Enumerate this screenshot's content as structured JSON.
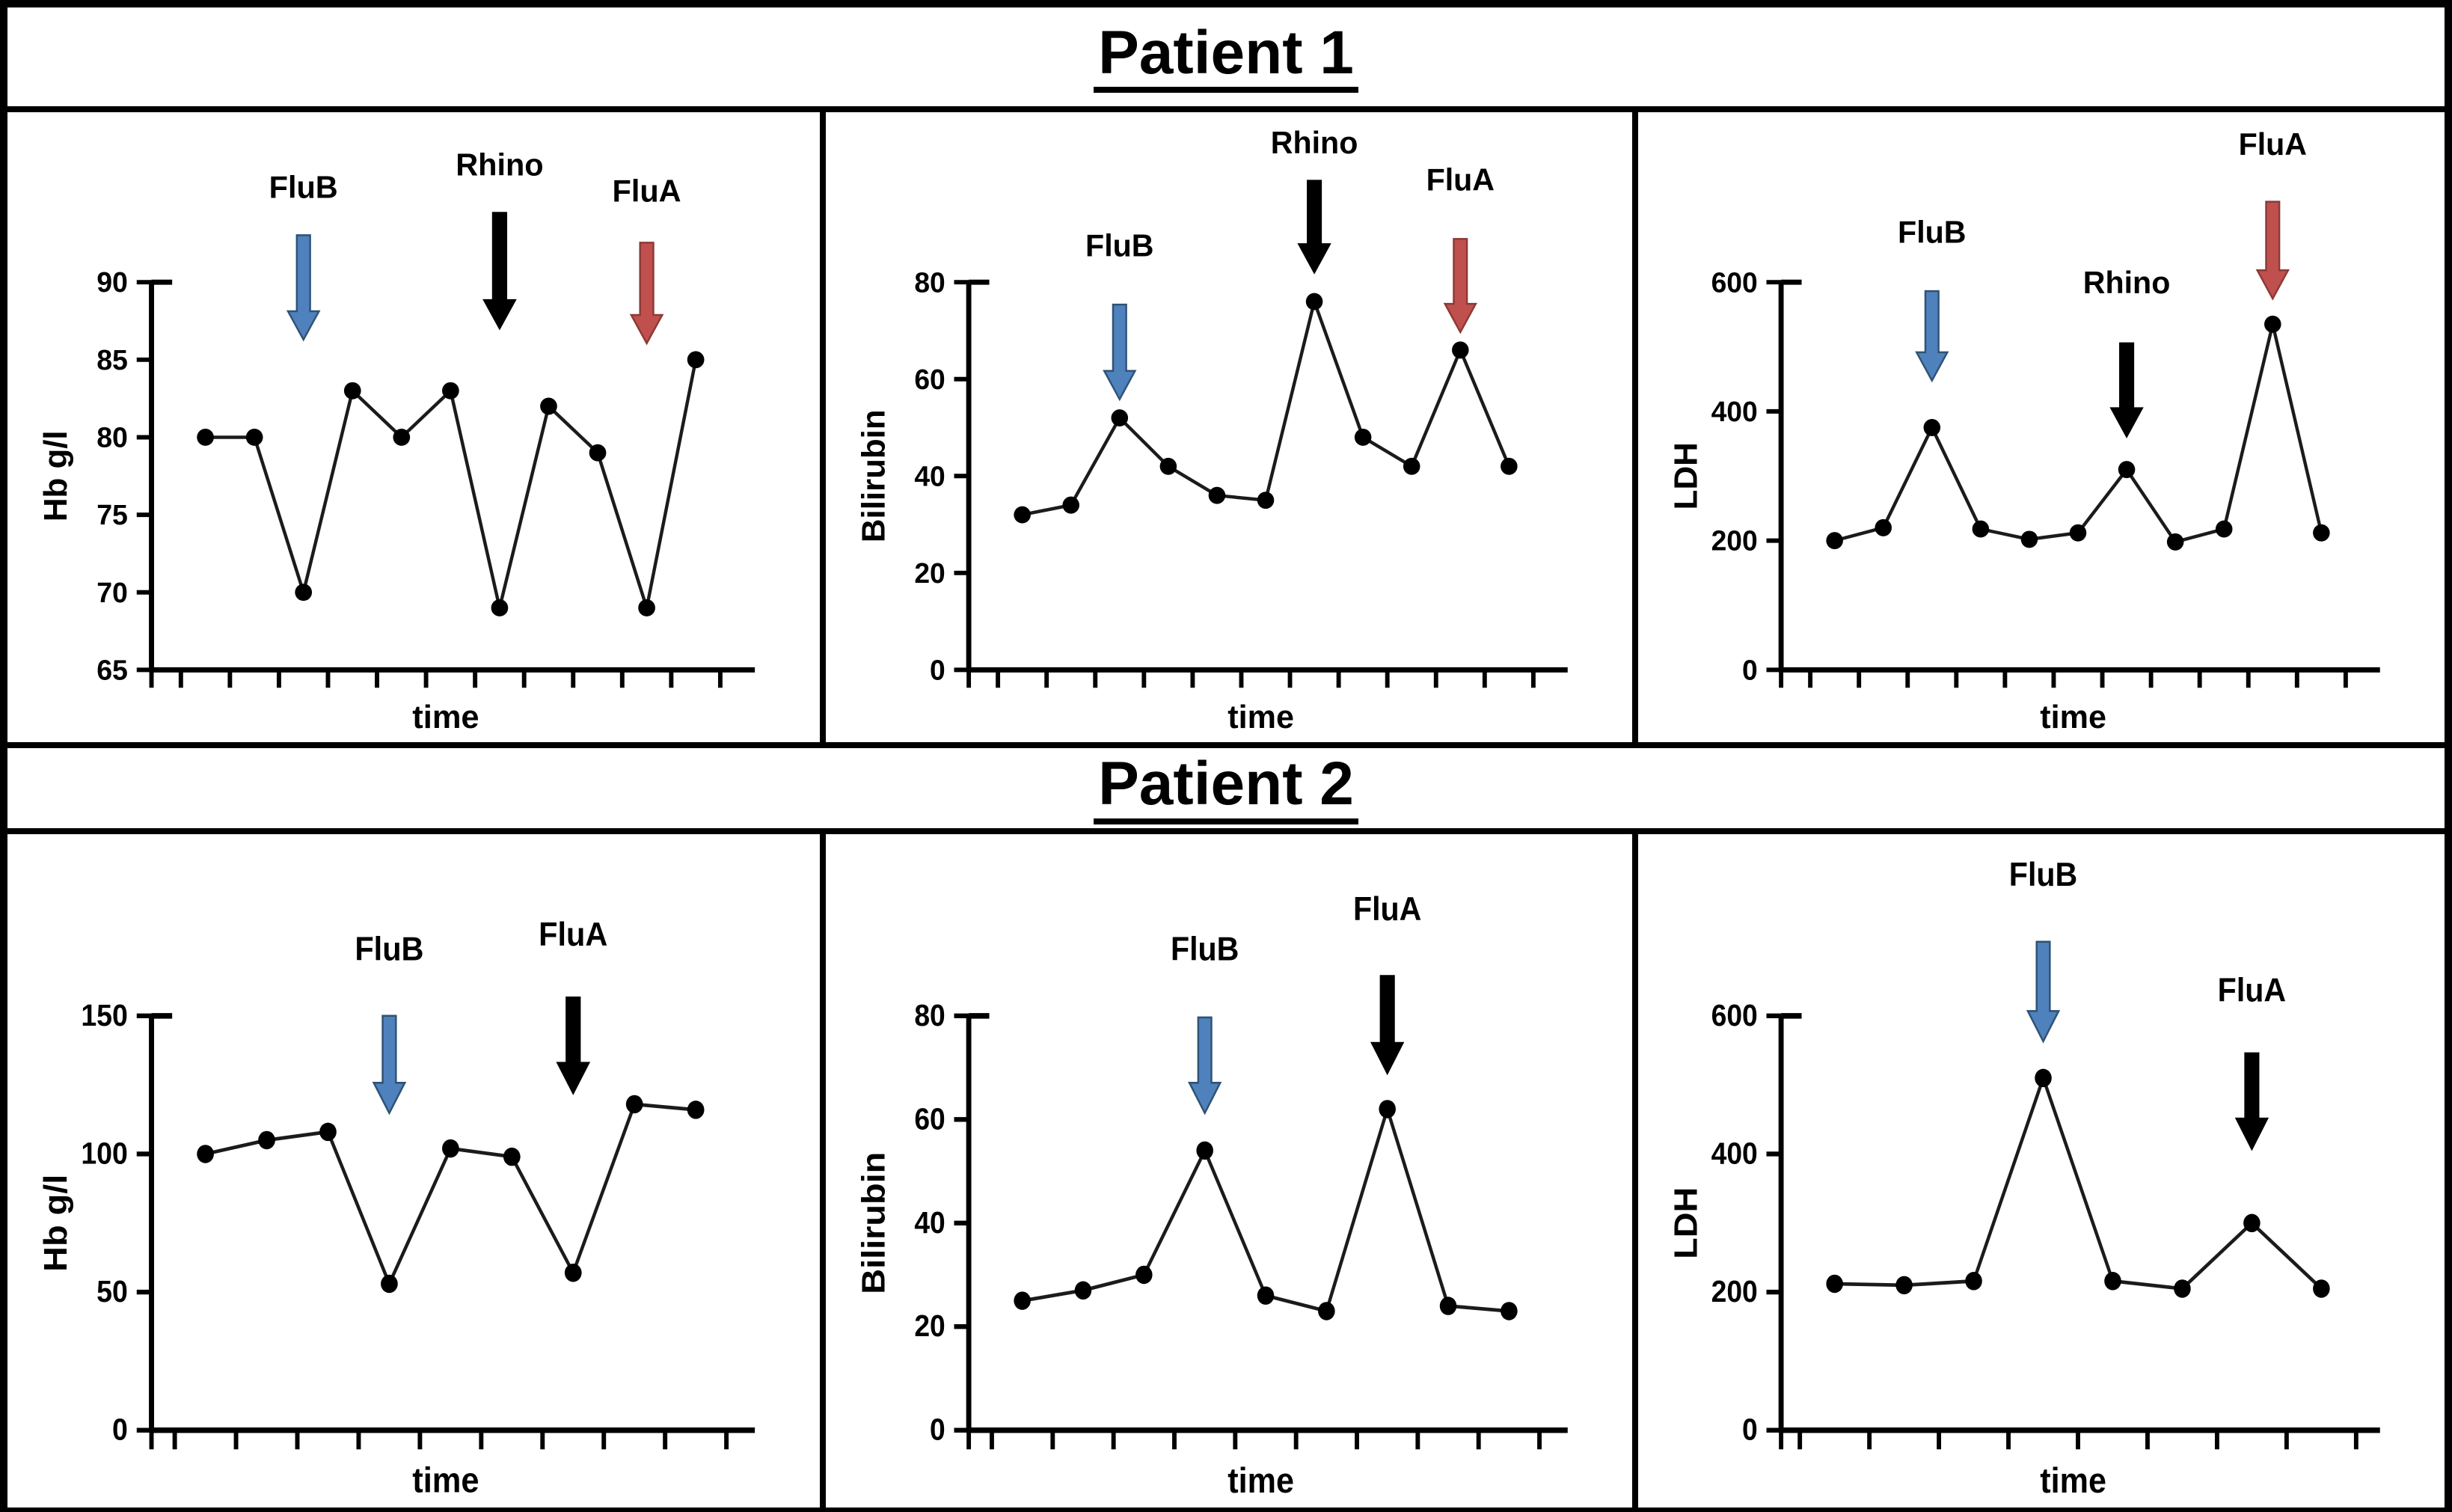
{
  "titles": {
    "patient1": "Patient 1",
    "patient2": "Patient 2"
  },
  "colors": {
    "arrow_blue": "#4F81BD",
    "arrow_red": "#C0504D",
    "arrow_black": "#000000",
    "line": "#1b1b1b",
    "marker": "#000000",
    "axis": "#000000"
  },
  "chart_data": [
    {
      "panel": "patient1-hb",
      "type": "line",
      "title": "",
      "xlabel": "time",
      "ylabel": "Hb g/l",
      "ylim": [
        65,
        90
      ],
      "yticks": [
        65,
        70,
        75,
        80,
        85,
        90
      ],
      "values": [
        80,
        80,
        70,
        83,
        80,
        83,
        69,
        82,
        79,
        69,
        85
      ],
      "legend": false,
      "grid": false,
      "annotations": [
        {
          "label": "FluB",
          "color": "blue",
          "point_index": 2,
          "label_y": 115,
          "arrow_top": 165,
          "arrow_bottom": 305
        },
        {
          "label": "Rhino",
          "color": "black",
          "point_index": 6,
          "label_y": 85,
          "arrow_top": 135,
          "arrow_bottom": 290
        },
        {
          "label": "FluA",
          "color": "red",
          "point_index": 9,
          "label_y": 120,
          "arrow_top": 175,
          "arrow_bottom": 310
        }
      ]
    },
    {
      "panel": "patient1-bilirubin",
      "type": "line",
      "title": "",
      "xlabel": "time",
      "ylabel": "Bilirubin",
      "ylim": [
        0,
        80
      ],
      "yticks": [
        0,
        20,
        40,
        60,
        80
      ],
      "values": [
        32,
        34,
        52,
        42,
        36,
        35,
        76,
        48,
        42,
        66,
        42
      ],
      "legend": false,
      "grid": false,
      "annotations": [
        {
          "label": "FluB",
          "color": "blue",
          "point_index": 2,
          "label_y": 193,
          "arrow_top": 258,
          "arrow_bottom": 385
        },
        {
          "label": "Rhino",
          "color": "black",
          "point_index": 6,
          "label_y": 55,
          "arrow_top": 92,
          "arrow_bottom": 215
        },
        {
          "label": "FluA",
          "color": "red",
          "point_index": 9,
          "label_y": 105,
          "arrow_top": 170,
          "arrow_bottom": 295
        }
      ]
    },
    {
      "panel": "patient1-ldh",
      "type": "line",
      "title": "",
      "xlabel": "time",
      "ylabel": "LDH",
      "ylim": [
        0,
        600
      ],
      "yticks": [
        0,
        200,
        400,
        600
      ],
      "values": [
        200,
        220,
        375,
        218,
        202,
        212,
        310,
        198,
        218,
        535,
        212
      ],
      "legend": false,
      "grid": false,
      "annotations": [
        {
          "label": "FluB",
          "color": "blue",
          "point_index": 2,
          "label_y": 175,
          "arrow_top": 240,
          "arrow_bottom": 360
        },
        {
          "label": "Rhino",
          "color": "black",
          "point_index": 6,
          "label_y": 243,
          "arrow_top": 310,
          "arrow_bottom": 435
        },
        {
          "label": "FluA",
          "color": "red",
          "point_index": 9,
          "label_y": 57,
          "arrow_top": 120,
          "arrow_bottom": 250
        }
      ]
    },
    {
      "panel": "patient2-hb",
      "type": "line",
      "title": "",
      "xlabel": "time",
      "ylabel": "Hb g/l",
      "ylim": [
        0,
        150
      ],
      "yticks": [
        0,
        50,
        100,
        150
      ],
      "values": [
        100,
        105,
        108,
        53,
        102,
        99,
        57,
        118,
        116
      ],
      "legend": false,
      "grid": false,
      "annotations": [
        {
          "label": "FluB",
          "color": "blue",
          "point_index": 3,
          "label_y": 158,
          "arrow_top": 228,
          "arrow_bottom": 350
        },
        {
          "label": "FluA",
          "color": "black",
          "point_index": 6,
          "label_y": 140,
          "arrow_top": 205,
          "arrow_bottom": 325
        }
      ]
    },
    {
      "panel": "patient2-bilirubin",
      "type": "line",
      "title": "",
      "xlabel": "time",
      "ylabel": "Bilirubin",
      "ylim": [
        0,
        80
      ],
      "yticks": [
        0,
        20,
        40,
        60,
        80
      ],
      "values": [
        25,
        27,
        30,
        54,
        26,
        23,
        62,
        24,
        23
      ],
      "legend": false,
      "grid": false,
      "annotations": [
        {
          "label": "FluB",
          "color": "blue",
          "point_index": 3,
          "label_y": 158,
          "arrow_top": 230,
          "arrow_bottom": 350
        },
        {
          "label": "FluA",
          "color": "black",
          "point_index": 6,
          "label_y": 108,
          "arrow_top": 178,
          "arrow_bottom": 300
        }
      ]
    },
    {
      "panel": "patient2-ldh",
      "type": "line",
      "title": "",
      "xlabel": "time",
      "ylabel": "LDH",
      "ylim": [
        0,
        600
      ],
      "yticks": [
        0,
        200,
        400,
        600
      ],
      "values": [
        212,
        210,
        216,
        510,
        216,
        205,
        300,
        205
      ],
      "legend": false,
      "grid": false,
      "annotations": [
        {
          "label": "FluB",
          "color": "blue",
          "point_index": 3,
          "label_y": 65,
          "arrow_top": 135,
          "arrow_bottom": 260
        },
        {
          "label": "FluA",
          "color": "black",
          "point_index": 6,
          "label_y": 210,
          "arrow_top": 275,
          "arrow_bottom": 395
        }
      ]
    }
  ]
}
